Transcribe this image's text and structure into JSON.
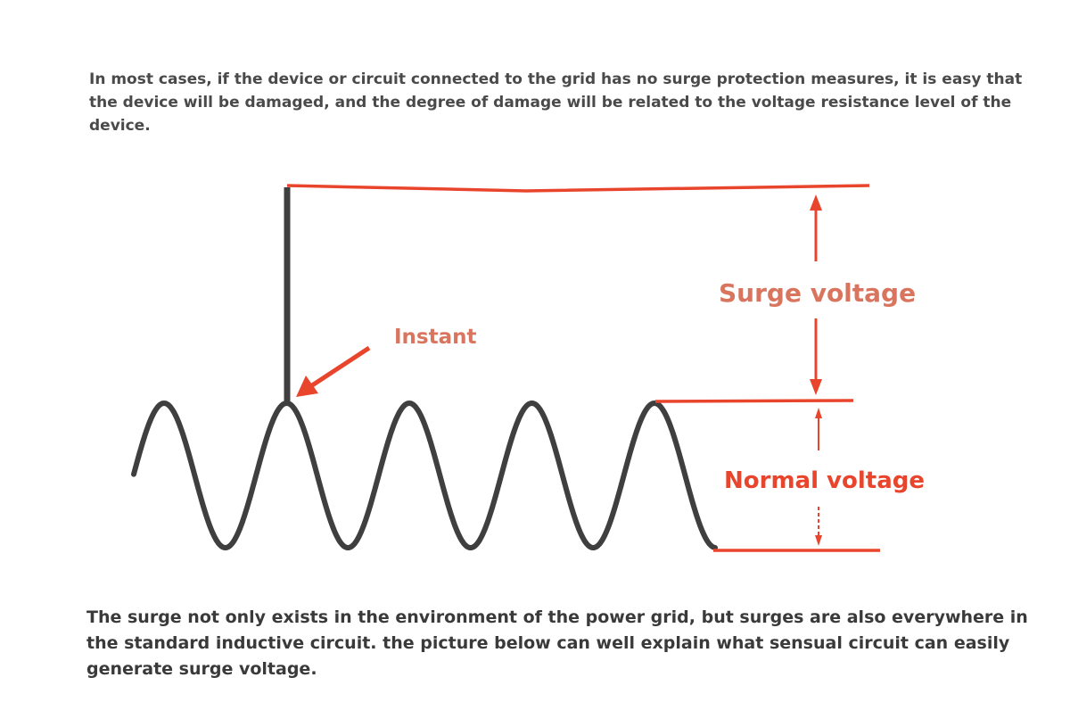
{
  "text": {
    "intro": "In most cases, if the device or circuit connected to the grid has no surge protection measures, it is easy that the device will be damaged, and the degree of damage will be related to the voltage resistance level of the device.",
    "outro": "The surge not only exists in the environment of the power grid, but surges are also everywhere in the standard inductive circuit. the picture below can well explain what sensual circuit can easily generate surge voltage."
  },
  "diagram": {
    "labels": {
      "instant": "Instant",
      "surge": "Surge voltage",
      "normal": "Normal voltage"
    },
    "wave": {
      "cycles": 5
    },
    "colors": {
      "wave": "#3f3f3f",
      "line": "#e8452c",
      "label": "#d9755e"
    }
  }
}
